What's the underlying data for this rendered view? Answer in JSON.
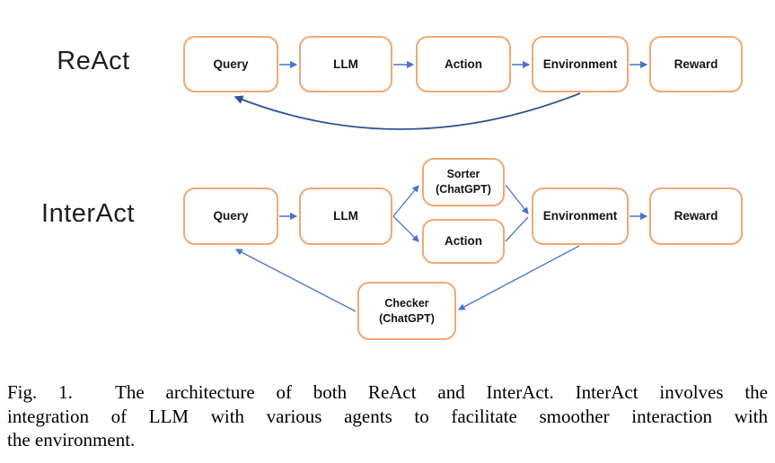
{
  "diagram": {
    "react": {
      "label": "ReAct",
      "nodes": {
        "query": "Query",
        "llm": "LLM",
        "action": "Action",
        "environment": "Environment",
        "reward": "Reward"
      }
    },
    "interact": {
      "label": "InterAct",
      "nodes": {
        "query": "Query",
        "llm": "LLM",
        "sorter_line1": "Sorter",
        "sorter_line2": "(ChatGPT)",
        "action": "Action",
        "environment": "Environment",
        "reward": "Reward",
        "checker_line1": "Checker",
        "checker_line2": "(ChatGPT)"
      }
    },
    "colors": {
      "box_border": "#f1a873",
      "arrow_blue": "#4b74c7",
      "feedback_arrow_dark_blue": "#2d5492"
    }
  },
  "caption": {
    "lines": [
      "Fig. 1.  The architecture of both ReAct and InterAct. InterAct involves the",
      "integration of LLM with various agents to facilitate smoother interaction with",
      "the environment."
    ]
  }
}
